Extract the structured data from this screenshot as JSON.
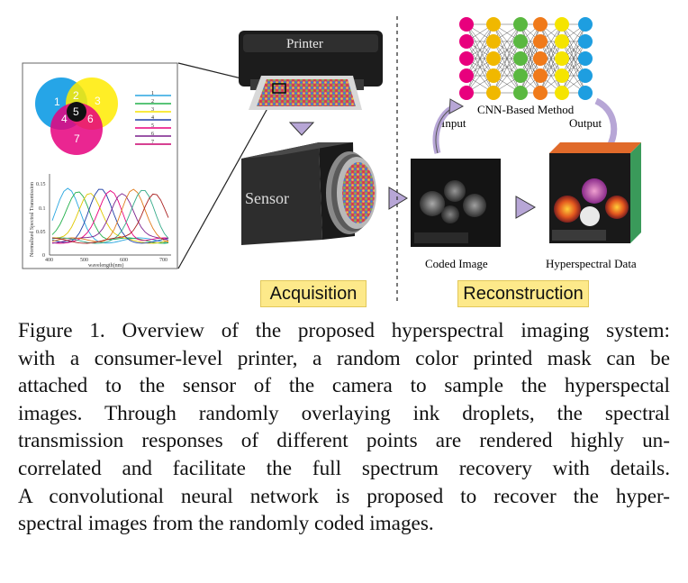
{
  "figure": {
    "printer_label": "Printer",
    "sensor_label": "Sensor",
    "cnn_label": "CNN-Based Method",
    "input_label": "Input",
    "output_label": "Output",
    "coded_image_label": "Coded Image",
    "hyperspectral_label": "Hyperspectral Data",
    "acquisition_label": "Acquisition",
    "reconstruction_label": "Reconstruction",
    "venn_numbers": [
      "1",
      "2",
      "3",
      "4",
      "5",
      "6",
      "7"
    ],
    "legend_numbers": [
      "1",
      "2",
      "3",
      "4",
      "5",
      "6",
      "7"
    ],
    "legend_colors": [
      "#29a6e0",
      "#22b04b",
      "#f5e400",
      "#1f3fa6",
      "#e8007d",
      "#7a1f8c",
      "#c8006e"
    ],
    "plot": {
      "ylabel": "Normalized Spectral Transmission",
      "xlabel": "wavelength(nm)",
      "yticks": [
        "0.15",
        "0.1",
        "0.05",
        "0"
      ],
      "xticks": [
        "400",
        "500",
        "600",
        "700"
      ]
    }
  },
  "caption": {
    "lines": [
      "Figure 1. Overview of the proposed hyperspectral imaging system:",
      "with a consumer-level printer, a random color printed mask can be",
      "attached to the sensor of the camera to sample the hyperspectal",
      "images.  Through randomly overlaying ink droplets, the spectral",
      "transmission responses of different points are rendered highly un-",
      "correlated and facilitate the full spectrum recovery with details.",
      "A convolutional neural network is proposed to recover the hyper-",
      "spectral images from the randomly coded images."
    ]
  }
}
